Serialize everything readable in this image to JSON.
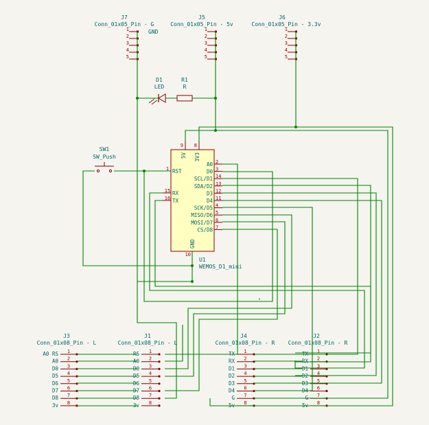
{
  "connectors": {
    "j7": {
      "ref": "J7",
      "value": "Conn_01x05_Pin - G",
      "net": "GND",
      "pins": [
        "1",
        "2",
        "3",
        "4",
        "5"
      ]
    },
    "j5": {
      "ref": "J5",
      "value": "Conn_01x05_Pin - 5v",
      "pins": [
        "1",
        "2",
        "3",
        "4",
        "5"
      ]
    },
    "j6": {
      "ref": "J6",
      "value": "Conn_01x05_Pin - 3.3v",
      "pins": [
        "1",
        "2",
        "3",
        "4",
        "5"
      ]
    },
    "j3": {
      "ref": "J3",
      "value": "Conn_01x08_Pin - L",
      "pins": [
        "1",
        "2",
        "3",
        "4",
        "5",
        "6",
        "7",
        "8"
      ],
      "labels": [
        "A0 RS",
        "A0",
        "D0",
        "D5",
        "D6",
        "D7",
        "D8",
        "3v"
      ]
    },
    "j1": {
      "ref": "J1",
      "value": "Conn_01x08_Pin - L",
      "pins": [
        "1",
        "2",
        "3",
        "4",
        "5",
        "6",
        "7",
        "8"
      ],
      "labels": [
        "RS",
        "A0",
        "D0",
        "D5",
        "D6",
        "D7",
        "D8",
        "3v"
      ]
    },
    "j4": {
      "ref": "J4",
      "value": "Conn_01x08_Pin - R",
      "pins": [
        "1",
        "2",
        "3",
        "4",
        "5",
        "6",
        "7",
        "8"
      ],
      "labels": [
        "TX",
        "RX",
        "D1",
        "D2",
        "D3",
        "D4",
        "G",
        "5v"
      ]
    },
    "j2": {
      "ref": "J2",
      "value": "Conn_01x08_Pin - R",
      "pins": [
        "1",
        "2",
        "3",
        "4",
        "5",
        "6",
        "7",
        "8"
      ],
      "labels": [
        "TX",
        "RX",
        "D1",
        "D2",
        "D3",
        "D4",
        "G",
        "5v"
      ]
    }
  },
  "led": {
    "ref": "D1",
    "value": "LED"
  },
  "resistor": {
    "ref": "R1",
    "value": "R"
  },
  "switch": {
    "ref": "SW1",
    "value": "SW_Push"
  },
  "mcu": {
    "ref": "U1",
    "value": "WEMOS_D1_mini",
    "top_pins": [
      {
        "num": "9",
        "name": "5V"
      },
      {
        "num": "8",
        "name": "3V3"
      }
    ],
    "left_pins": [
      {
        "num": "1",
        "name": "RST"
      },
      {
        "num": "15",
        "name": "RX"
      },
      {
        "num": "16",
        "name": "TX"
      }
    ],
    "bottom_pin": {
      "num": "10",
      "name": "GND"
    },
    "right_pins": [
      {
        "num": "2",
        "name": "A0"
      },
      {
        "num": "3",
        "name": "D0"
      },
      {
        "num": "14",
        "name": "SCL/D1"
      },
      {
        "num": "13",
        "name": "SDA/D2"
      },
      {
        "num": "12",
        "name": "D3"
      },
      {
        "num": "11",
        "name": "D4"
      },
      {
        "num": "4",
        "name": "SCK/D5"
      },
      {
        "num": "5",
        "name": "MISO/D6"
      },
      {
        "num": "6",
        "name": "MOSI/D7"
      },
      {
        "num": "7",
        "name": "CS/D8"
      }
    ]
  }
}
